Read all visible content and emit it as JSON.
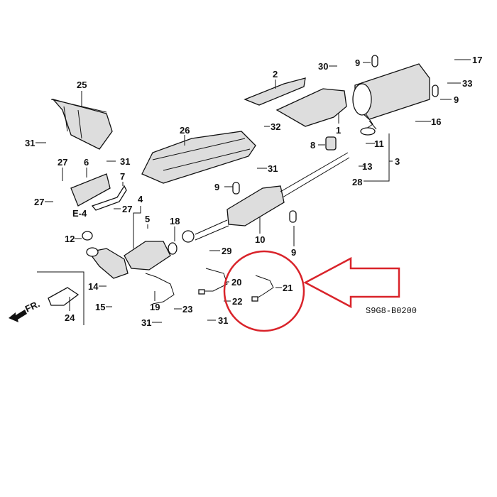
{
  "diagram": {
    "code": "S9G8-B0200",
    "front_indicator": "FR.",
    "highlight_color": "#d9232a",
    "highlighted_part": "21",
    "labels": [
      "25",
      "31",
      "31",
      "27",
      "6",
      "7",
      "27",
      "27",
      "E-4",
      "12",
      "4",
      "5",
      "18",
      "26",
      "9",
      "10",
      "29",
      "20",
      "22",
      "31",
      "14",
      "15",
      "19",
      "23",
      "31",
      "24",
      "2",
      "30",
      "9",
      "17",
      "33",
      "9",
      "32",
      "1",
      "16",
      "8",
      "11",
      "3",
      "13",
      "28",
      "31",
      "9",
      "21"
    ]
  }
}
